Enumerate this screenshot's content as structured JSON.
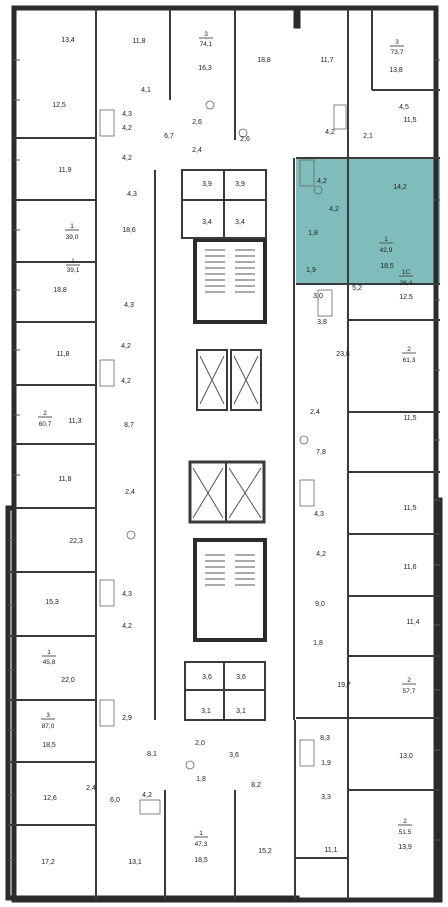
{
  "highlight_color": "#7fbcbc",
  "room_labels": [
    "13,4",
    "11,8",
    "16,3",
    "18,8",
    "11,7",
    "13,8",
    "12,5",
    "4,1",
    "6,7",
    "2,6",
    "2,6",
    "2,4",
    "4,3",
    "4,2",
    "4,5",
    "4,2",
    "2,1",
    "11,5",
    "11,9",
    "4,2",
    "3,9",
    "3,9",
    "4,2",
    "14,2",
    "4,3",
    "3,4",
    "3,4",
    "4,2",
    "18,6",
    "1,8",
    "18,5",
    "1,9",
    "3,0",
    "5,2",
    "12,5",
    "18,8",
    "3,8",
    "4,3",
    "11,8",
    "4,2",
    "23,8",
    "4,2",
    "2,4",
    "11,3",
    "11,5",
    "8,7",
    "7,8",
    "11,8",
    "2,4",
    "11,5",
    "4,3",
    "22,3",
    "4,2",
    "11,6",
    "4,3",
    "15,3",
    "9,0",
    "4,2",
    "11,4",
    "1,8",
    "22,0",
    "3,6",
    "3,6",
    "19,7",
    "2,9",
    "3,1",
    "3,1",
    "8,3",
    "18,5",
    "2,0",
    "3,6",
    "13,0",
    "8,1",
    "1,9",
    "12,6",
    "2,4",
    "6,0",
    "4,2",
    "1,8",
    "8,2",
    "3,3",
    "17,2",
    "13,1",
    "18,5",
    "15,2",
    "11,1",
    "13,9"
  ],
  "apartments": [
    {
      "num": "3",
      "area": "74,1"
    },
    {
      "num": "3",
      "area": "73,7"
    },
    {
      "num": "1",
      "area": "39,0"
    },
    {
      "num": "1",
      "area": "42,9"
    },
    {
      "num": "1",
      "area": "39,1"
    },
    {
      "num": "1С",
      "area": "26,4"
    },
    {
      "num": "2",
      "area": "61,3"
    },
    {
      "num": "2",
      "area": "60,7"
    },
    {
      "num": "1",
      "area": "45,8"
    },
    {
      "num": "2",
      "area": "57,7"
    },
    {
      "num": "3",
      "area": "87,0"
    },
    {
      "num": "1",
      "area": "47,3"
    },
    {
      "num": "2",
      "area": "51,5"
    }
  ]
}
